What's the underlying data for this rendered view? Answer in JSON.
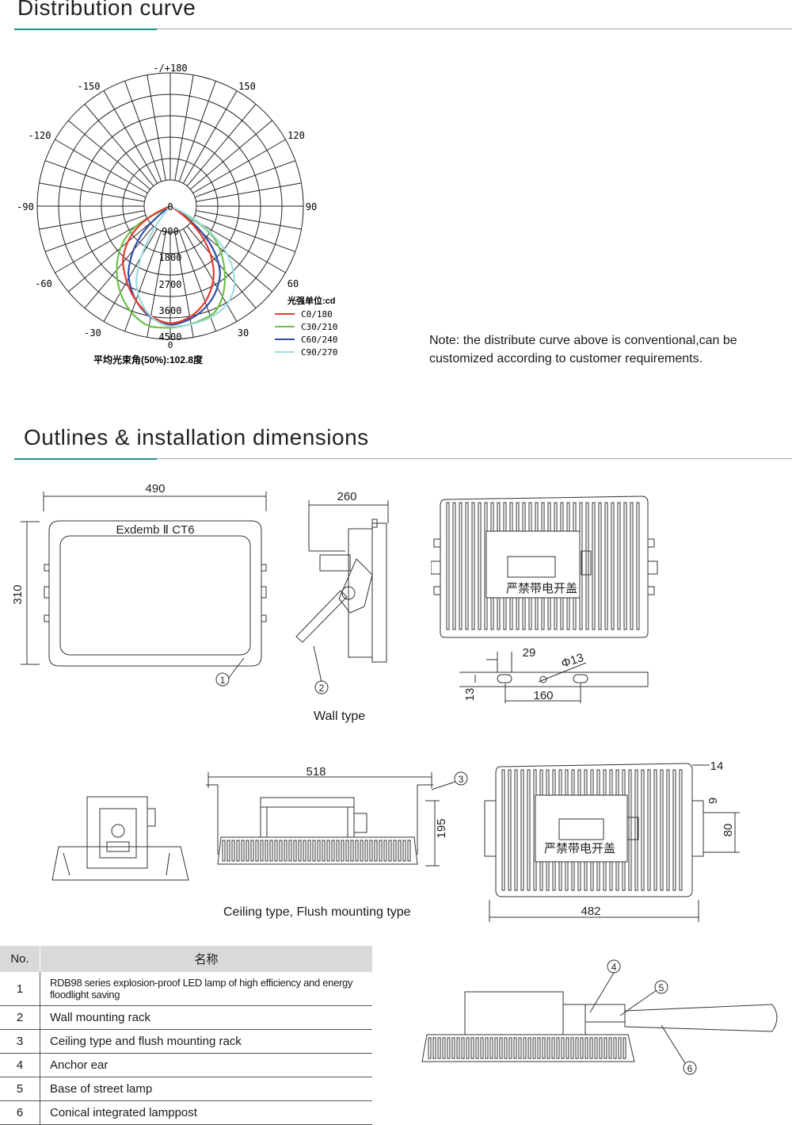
{
  "section1": {
    "title": "Distribution curve"
  },
  "polar": {
    "angle_labels": [
      "-/+180",
      "-150",
      "150",
      "-120",
      "120",
      "-90",
      "90",
      "-60",
      "60",
      "-30",
      "30"
    ],
    "radial_labels": [
      "0",
      "900",
      "1800",
      "2700",
      "3600",
      "4500",
      "0"
    ],
    "unit_label": "光强单位:cd",
    "legend": [
      "C0/180",
      "C30/210",
      "C60/240",
      "C90/270"
    ],
    "beam_angle": "平均光束角(50%):102.8度",
    "colors": {
      "C0/180": "#e23b2e",
      "C30/210": "#6cc04a",
      "C60/240": "#2f4fa8",
      "C90/270": "#9fdde0"
    }
  },
  "note": {
    "line1": "Note: the distribute curve above is conventional,can be",
    "line2": "customized according to customer requirements."
  },
  "section2": {
    "title": "Outlines & installation dimensions"
  },
  "front_view": {
    "width": "490",
    "height": "310",
    "marking": "Exdemb Ⅱ CT6",
    "callout": "1"
  },
  "wall_view": {
    "depth": "260",
    "callout": "2",
    "caption": "Wall type"
  },
  "back_view1": {
    "cover_text": "严禁带电开盖"
  },
  "bracket_bar": {
    "d1": "29",
    "d2": "Φ13",
    "d3": "13",
    "d4": "160"
  },
  "ceiling_side": {
    "width": "518",
    "height": "195",
    "callout": "3"
  },
  "back_view2": {
    "cover_text": "严禁带电开盖",
    "d1": "14",
    "d2": "9",
    "d3": "80",
    "width": "482"
  },
  "ceiling_caption": "Ceiling type, Flush mounting type",
  "table": {
    "header_no": "No.",
    "header_name": "名称",
    "rows": [
      {
        "no": "1",
        "name": "RDB98 series explosion-proof LED lamp of high efficiency and energy floodlight saving"
      },
      {
        "no": "2",
        "name": "Wall mounting rack"
      },
      {
        "no": "3",
        "name": "Ceiling type and flush mounting rack"
      },
      {
        "no": "4",
        "name": "Anchor ear"
      },
      {
        "no": "5",
        "name": "Base of street lamp"
      },
      {
        "no": "6",
        "name": "Conical integrated lamppost"
      }
    ]
  },
  "street_view": {
    "callouts": [
      "4",
      "5",
      "6"
    ]
  }
}
